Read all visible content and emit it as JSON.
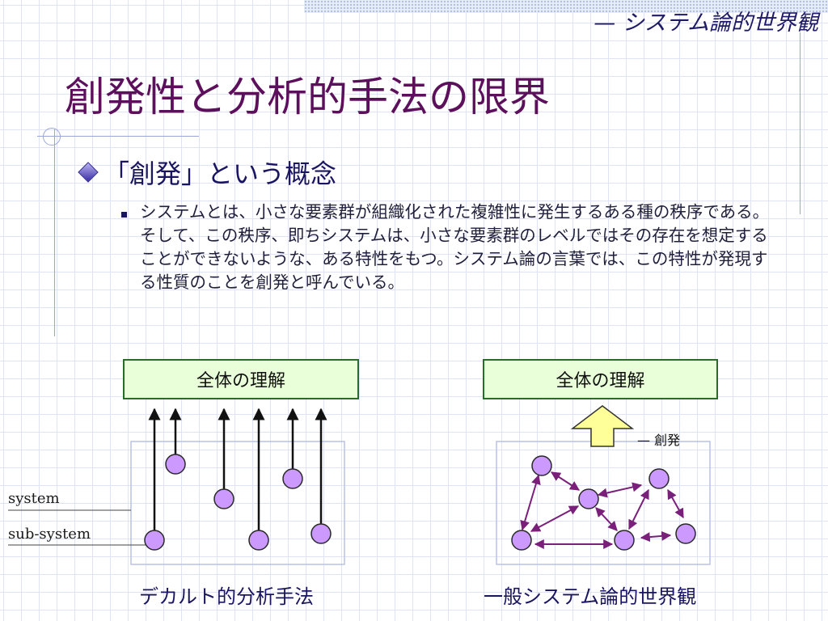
{
  "header": {
    "section_title": "— システム論的世界観"
  },
  "slide": {
    "title": "創発性と分析的手法の限界"
  },
  "bullets": {
    "level1": "「創発」という概念",
    "level2_parts": [
      {
        "text": "システムとは、小さな要素群が組織化された複雑性に発生するある種の秩序",
        "bold": true
      },
      {
        "text": "である。そして、この秩序、即ちシステムは、",
        "bold": false
      },
      {
        "text": "小さな要素群のレベルではその存在を想定することができないような、ある特性",
        "bold": true
      },
      {
        "text": "をもつ。システム論の言葉では、この特性が発現する性質のことを",
        "bold": false
      },
      {
        "text": "創発",
        "bold": true
      },
      {
        "text": "と呼んでいる。",
        "bold": false
      }
    ]
  },
  "diagram": {
    "left": {
      "box_label": "全体の理解",
      "caption": "デカルト的分析手法",
      "label_system": "system",
      "label_subsystem": "sub-system"
    },
    "right": {
      "box_label": "全体の理解",
      "caption": "一般システム論的世界観",
      "emergence_label": "— 創発"
    },
    "colors": {
      "node_fill": "#cc99ff",
      "node_stroke": "#2a2a2a",
      "arrow_purple": "#7a1f7a",
      "arrow_black": "#111111",
      "box_border": "#2a6b2a",
      "box_fill": "#e9ffd9",
      "emergence_arrow_fill": "#ffff99",
      "panel_border": "#b9c2e6"
    }
  }
}
